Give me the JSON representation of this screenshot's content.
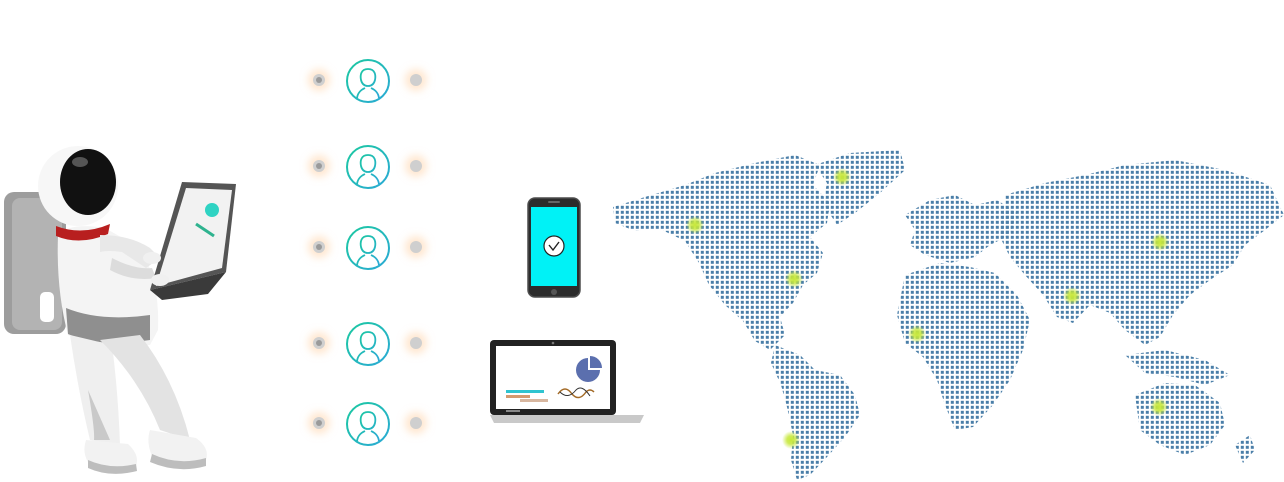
{
  "colors": {
    "map_dot": "#4a7ea8",
    "hotspot": "#c7e83a",
    "avatar_gradient_start": "#1cc9a0",
    "avatar_gradient_end": "#2aa9d6",
    "phone_screen": "#00f2f6",
    "pie": "#5b6fae"
  },
  "icons": {
    "user": "user-icon",
    "phone": "smartphone-icon",
    "laptop": "laptop-icon",
    "check": "checkmark-icon",
    "astronaut": "astronaut-illustration",
    "map": "world-map-illustration"
  },
  "users": [
    {
      "id": 1
    },
    {
      "id": 2
    },
    {
      "id": 3
    },
    {
      "id": 4
    },
    {
      "id": 5
    }
  ],
  "hotspots": [
    {
      "name": "north-america-west"
    },
    {
      "name": "greenland"
    },
    {
      "name": "north-america-east"
    },
    {
      "name": "russia-east"
    },
    {
      "name": "india"
    },
    {
      "name": "west-africa"
    },
    {
      "name": "australia"
    },
    {
      "name": "south-america"
    }
  ]
}
